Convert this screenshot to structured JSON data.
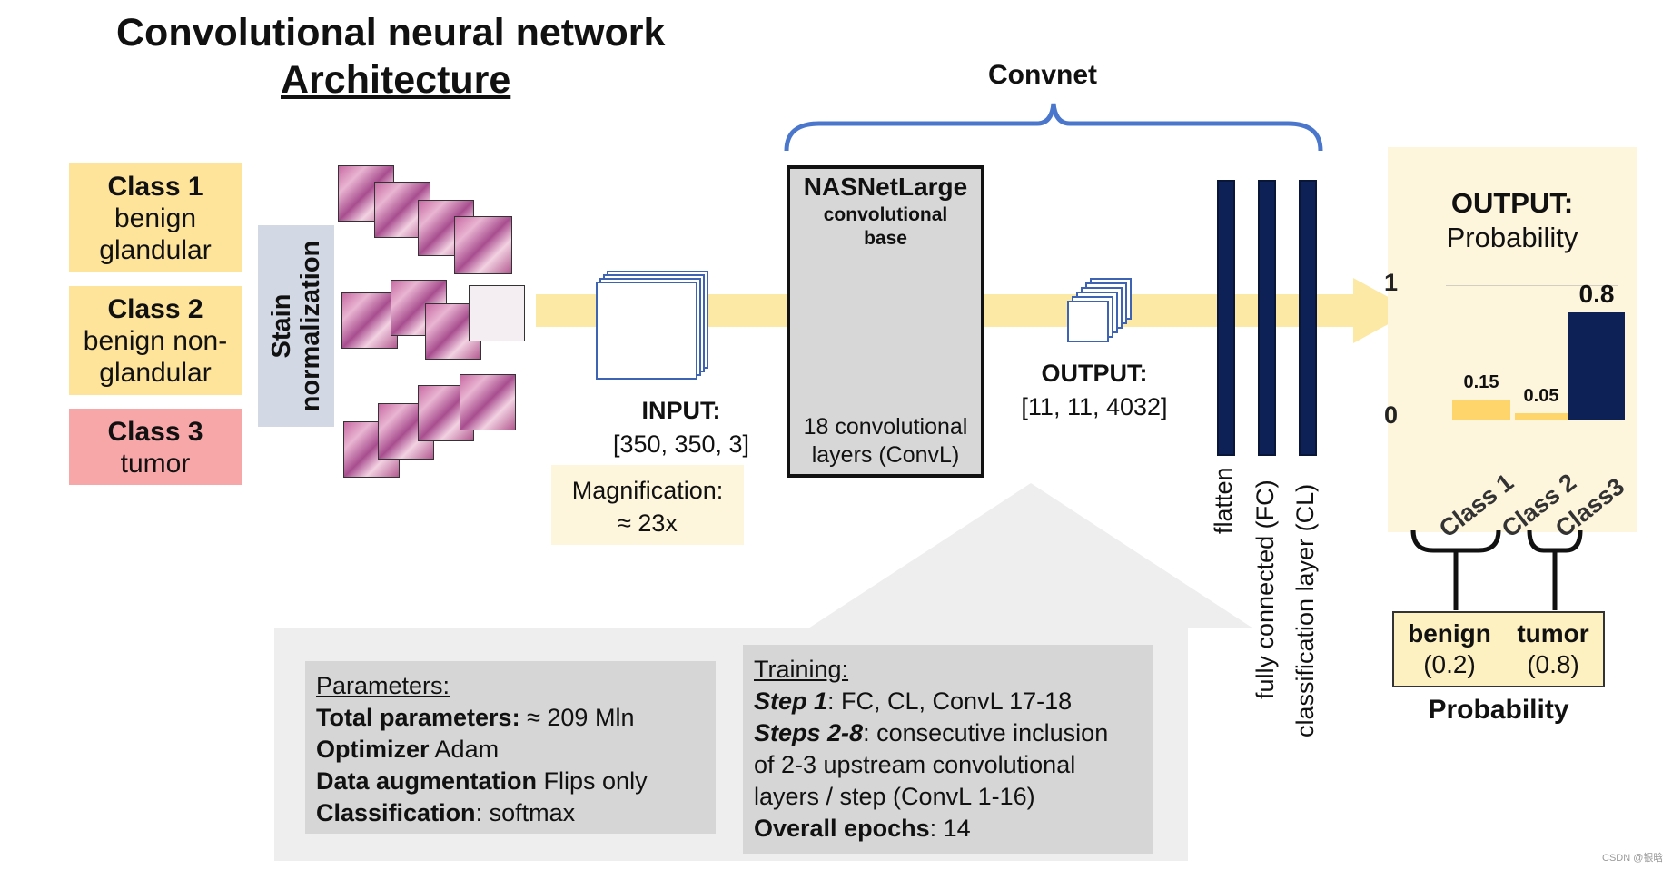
{
  "title": {
    "line1": "Convolutional neural network",
    "line2": "Architecture"
  },
  "classes": [
    {
      "name": "Class 1",
      "line1": "benign",
      "line2": "glandular",
      "color": "#fde49a"
    },
    {
      "name": "Class 2",
      "line1": "benign non-",
      "line2": "glandular",
      "color": "#fde49a"
    },
    {
      "name": "Class 3",
      "line1": "tumor",
      "line2": "",
      "color": "#f8a7a9"
    }
  ],
  "stain": {
    "line1": "Stain",
    "line2": "normalization"
  },
  "input": {
    "label": "INPUT:",
    "shape": "[350, 350, 3]"
  },
  "magnification": {
    "line1": "Magnification:",
    "line2": "≈ 23x"
  },
  "convnet_label": "Convnet",
  "nasnet": {
    "title": "NASNetLarge",
    "sub1": "convolutional",
    "sub2": "base",
    "bottom1": "18 convolutional",
    "bottom2": "layers (ConvL)"
  },
  "output_mid": {
    "label": "OUTPUT:",
    "shape": "[11, 11, 4032]"
  },
  "layers": [
    "flatten",
    "fully connected (FC)",
    "classification layer (CL)"
  ],
  "output_panel": {
    "title": "OUTPUT:",
    "subtitle": "Probability",
    "axis_top": "1",
    "axis_bottom": "0"
  },
  "chart_data": {
    "type": "bar",
    "categories": [
      "Class 1",
      "Class 2",
      "Class3"
    ],
    "values": [
      0.15,
      0.05,
      0.8
    ],
    "value_labels": [
      "0.15",
      "0.05",
      "0.8"
    ],
    "colors": [
      "#fdd56a",
      "#fdd56a",
      "#0d2156"
    ],
    "ylim": [
      0,
      1
    ],
    "title": "OUTPUT:",
    "subtitle": "Probability"
  },
  "probability": {
    "benign_label": "benign",
    "benign_value": "(0.2)",
    "tumor_label": "tumor",
    "tumor_value": "(0.8)",
    "title": "Probability"
  },
  "parameters": {
    "heading": "Parameters:",
    "total_label": "Total parameters:",
    "total_value": " ≈ 209 Mln",
    "optimizer_label": "Optimizer",
    "optimizer_value": " Adam",
    "augmentation_label": "Data augmentation",
    "augmentation_value": " Flips only",
    "classification_label": "Classification",
    "classification_value": ": softmax"
  },
  "training": {
    "heading": "Training:",
    "step1_label": "Step 1",
    "step1_value": ": FC, CL, ConvL 17-18",
    "steps_label": "Steps 2-8",
    "steps_value1": ": consecutive inclusion",
    "steps_value2": "of 2-3 upstream convolutional",
    "steps_value3": "layers / step (ConvL 1-16)",
    "epochs_label": "Overall epochs",
    "epochs_value": ": 14"
  },
  "watermark": "CSDN @银晗"
}
